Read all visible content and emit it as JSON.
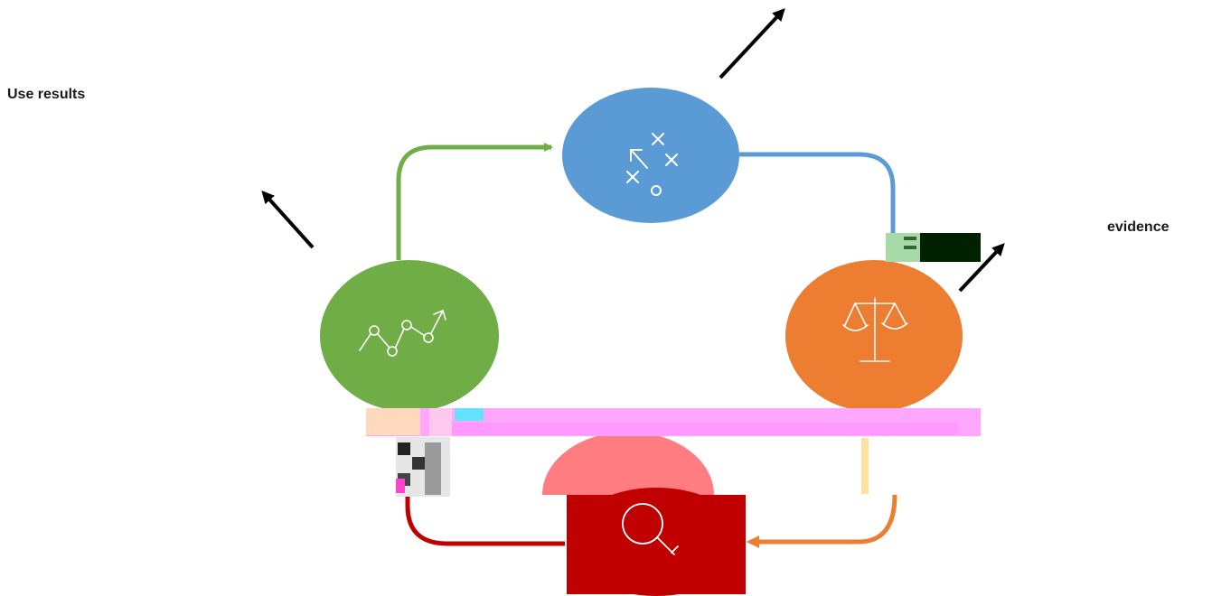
{
  "labels": {
    "use_results": "Use results",
    "evidence": "evidence"
  },
  "colors": {
    "plan": "#5b9bd5",
    "evidence": "#ed7d31",
    "inquire": "#c00000",
    "inquire_light": "#ff7c80",
    "results": "#70ad47",
    "arrow_dark": "#000000",
    "glitch_magenta": "#ffa6ff",
    "glitch_dark": "#001a00"
  },
  "nodes": [
    {
      "id": "plan",
      "icon": "playbook-icon",
      "color_key": "plan"
    },
    {
      "id": "evidence",
      "icon": "scales-icon",
      "color_key": "evidence"
    },
    {
      "id": "inquire",
      "icon": "magnifier-icon",
      "color_key": "inquire"
    },
    {
      "id": "results",
      "icon": "trend-chart-icon",
      "color_key": "results"
    }
  ]
}
